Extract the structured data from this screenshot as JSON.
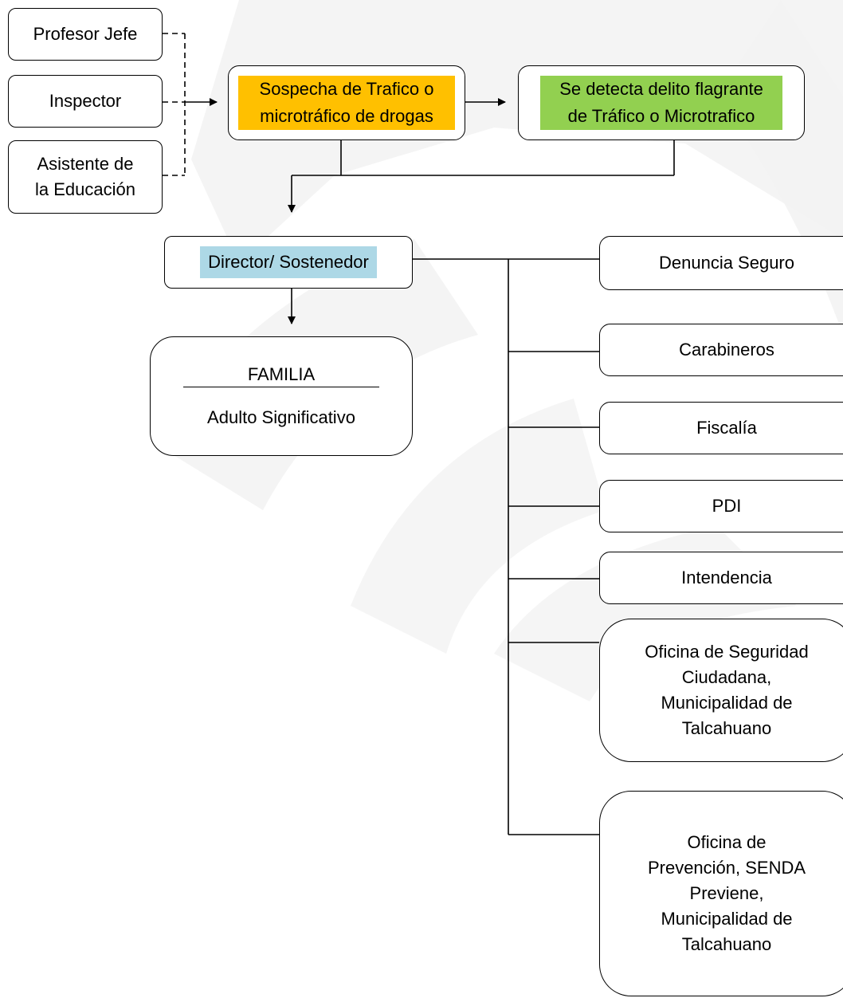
{
  "reporters": [
    {
      "label": "Profesor Jefe"
    },
    {
      "label": "Inspector"
    },
    {
      "label": "Asistente de\nla Educación"
    }
  ],
  "suspicion": {
    "label": "Sospecha de Trafico o\nmicrotráfico de drogas",
    "highlight": "#ffc000"
  },
  "flagrant": {
    "label": "Se detecta delito flagrante\nde Tráfico o Microtrafico",
    "highlight": "#92d050"
  },
  "director": {
    "label": "Director/ Sostenedor",
    "highlight": "#add8e6"
  },
  "family": {
    "title": "FAMILIA",
    "subtitle": "Adulto Significativo"
  },
  "agencies": [
    {
      "label": "Denuncia Seguro"
    },
    {
      "label": "Carabineros"
    },
    {
      "label": "Fiscalía"
    },
    {
      "label": "PDI"
    },
    {
      "label": "Intendencia"
    },
    {
      "label": "Oficina de Seguridad\nCiudadana,\nMunicipalidad de\nTalcahuano"
    },
    {
      "label": "Oficina de\nPrevención, SENDA\nPreviene,\nMunicipalidad de\nTalcahuano"
    }
  ]
}
